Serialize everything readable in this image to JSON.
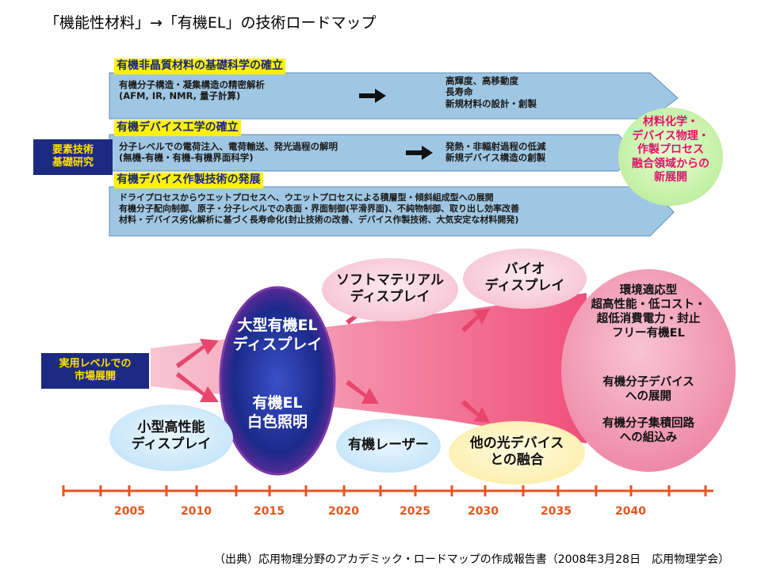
{
  "title": "「機能性材料」→「有機EL」の技術ロードマップ",
  "source": "（出典）応用物理分野のアカデミック・ロードマップの作成報告書（2008年3月28日　応用物理学会）",
  "side_box": "要素技術\n基礎研究",
  "band1": {
    "label": "有機非晶質材料の基礎科学の確立",
    "left": "有機分子構造・凝集構造の精密解析\n(AFM, IR, NMR, 量子計算)",
    "right": "高輝度、高移動度\n長寿命\n新規材料の設計・創製"
  },
  "band2": {
    "label": "有機デバイス工学の確立",
    "left": "分子レベルでの電荷注入、電荷輸送、発光過程の解明\n(無機‐有機・有機‐有機界面科学)",
    "right": "発熱・非輻射過程の低減\n新規デバイス構造の創製"
  },
  "band3": {
    "label": "有機デバイス作製技術の発展",
    "text": "ドライプロセスからウエットプロセスへ、ウエットプロセスによる積層型・傾斜組成型への展開\n有機分子配向制御、原子・分子レベルでの表面・界面制御(平滑界面)、不純物制御、取り出し効率改善\n材料・デバイス劣化解析に基づく長寿命化(封止技術の改善、デバイス作製技術、大気安定な材料開発)"
  },
  "green_circle": "材料化学・\nデバイス物理・\n作製プロセス\n融合領域からの\n新展開",
  "market_box": "実用レベルでの\n市場展開",
  "bubbles": {
    "small_display": "小型高性能\nディスプレイ",
    "soft_material": "ソフトマテリアル\nディスプレイ",
    "bio_display": "バイオ\nディスプレイ",
    "organic_laser": "有機レーザー",
    "other_fusion": "他の光デバイス\nとの融合"
  },
  "oval": {
    "top": "大型有機EL\nディスプレイ",
    "bottom": "有機EL\n白色照明"
  },
  "pink_circle": {
    "p1": "環境適応型\n超高性能・低コスト・\n超低消費電力・封止\nフリー有機EL",
    "p2": "有機分子デバイス\nへの展開",
    "p3": "有機分子集積回路\nへの組込み"
  },
  "years": [
    "2005",
    "2010",
    "2015",
    "2020",
    "2025",
    "2030",
    "2035",
    "2040"
  ],
  "colors": {
    "band": "#9fc7e3",
    "band_border": "#5a8fba",
    "oval": "#1e2a8c",
    "pink": "#f2a4bd",
    "green": "#d6f7b4",
    "axis": "#e8541e"
  }
}
